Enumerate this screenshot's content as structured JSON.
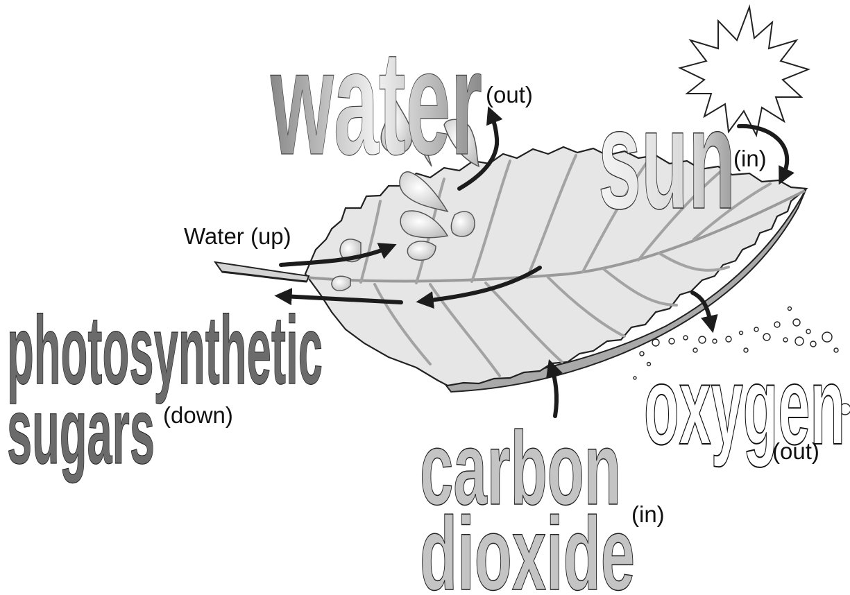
{
  "labels": {
    "water": "water",
    "water_dir": "(out)",
    "sun": "sun",
    "sun_dir": "(in)",
    "water_up": "Water (up)",
    "sugars_line1": "photosynthetic",
    "sugars_line2": "sugars",
    "sugars_dir": "(down)",
    "oxygen": "oxygen",
    "oxygen_dir": "(out)",
    "co2_line1": "carbon",
    "co2_line2": "dioxide",
    "co2_dir": "(in)"
  },
  "colors": {
    "leaf_fill": "#e6e6e6",
    "leaf_shadow": "#a9a9a9",
    "vein": "#9a9a9a",
    "arrow": "#1c1c1c",
    "dark_text": "#6b6b6b",
    "mid_text": "#c4c4c4",
    "outline": "#222222"
  },
  "icons": [
    "sun-icon",
    "water-drops-icon",
    "oxygen-bubbles-icon",
    "leaf-icon"
  ]
}
